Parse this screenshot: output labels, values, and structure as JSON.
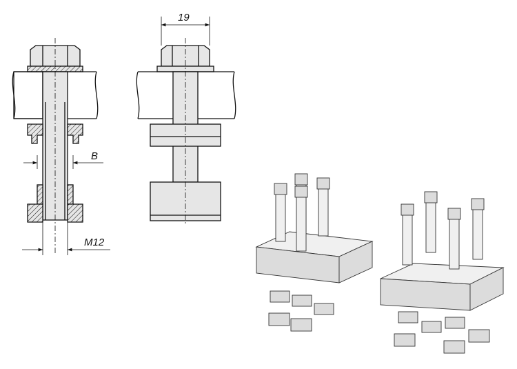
{
  "dimensions": {
    "width_across_flats": "19",
    "bore_width": "B",
    "thread": "M12"
  }
}
